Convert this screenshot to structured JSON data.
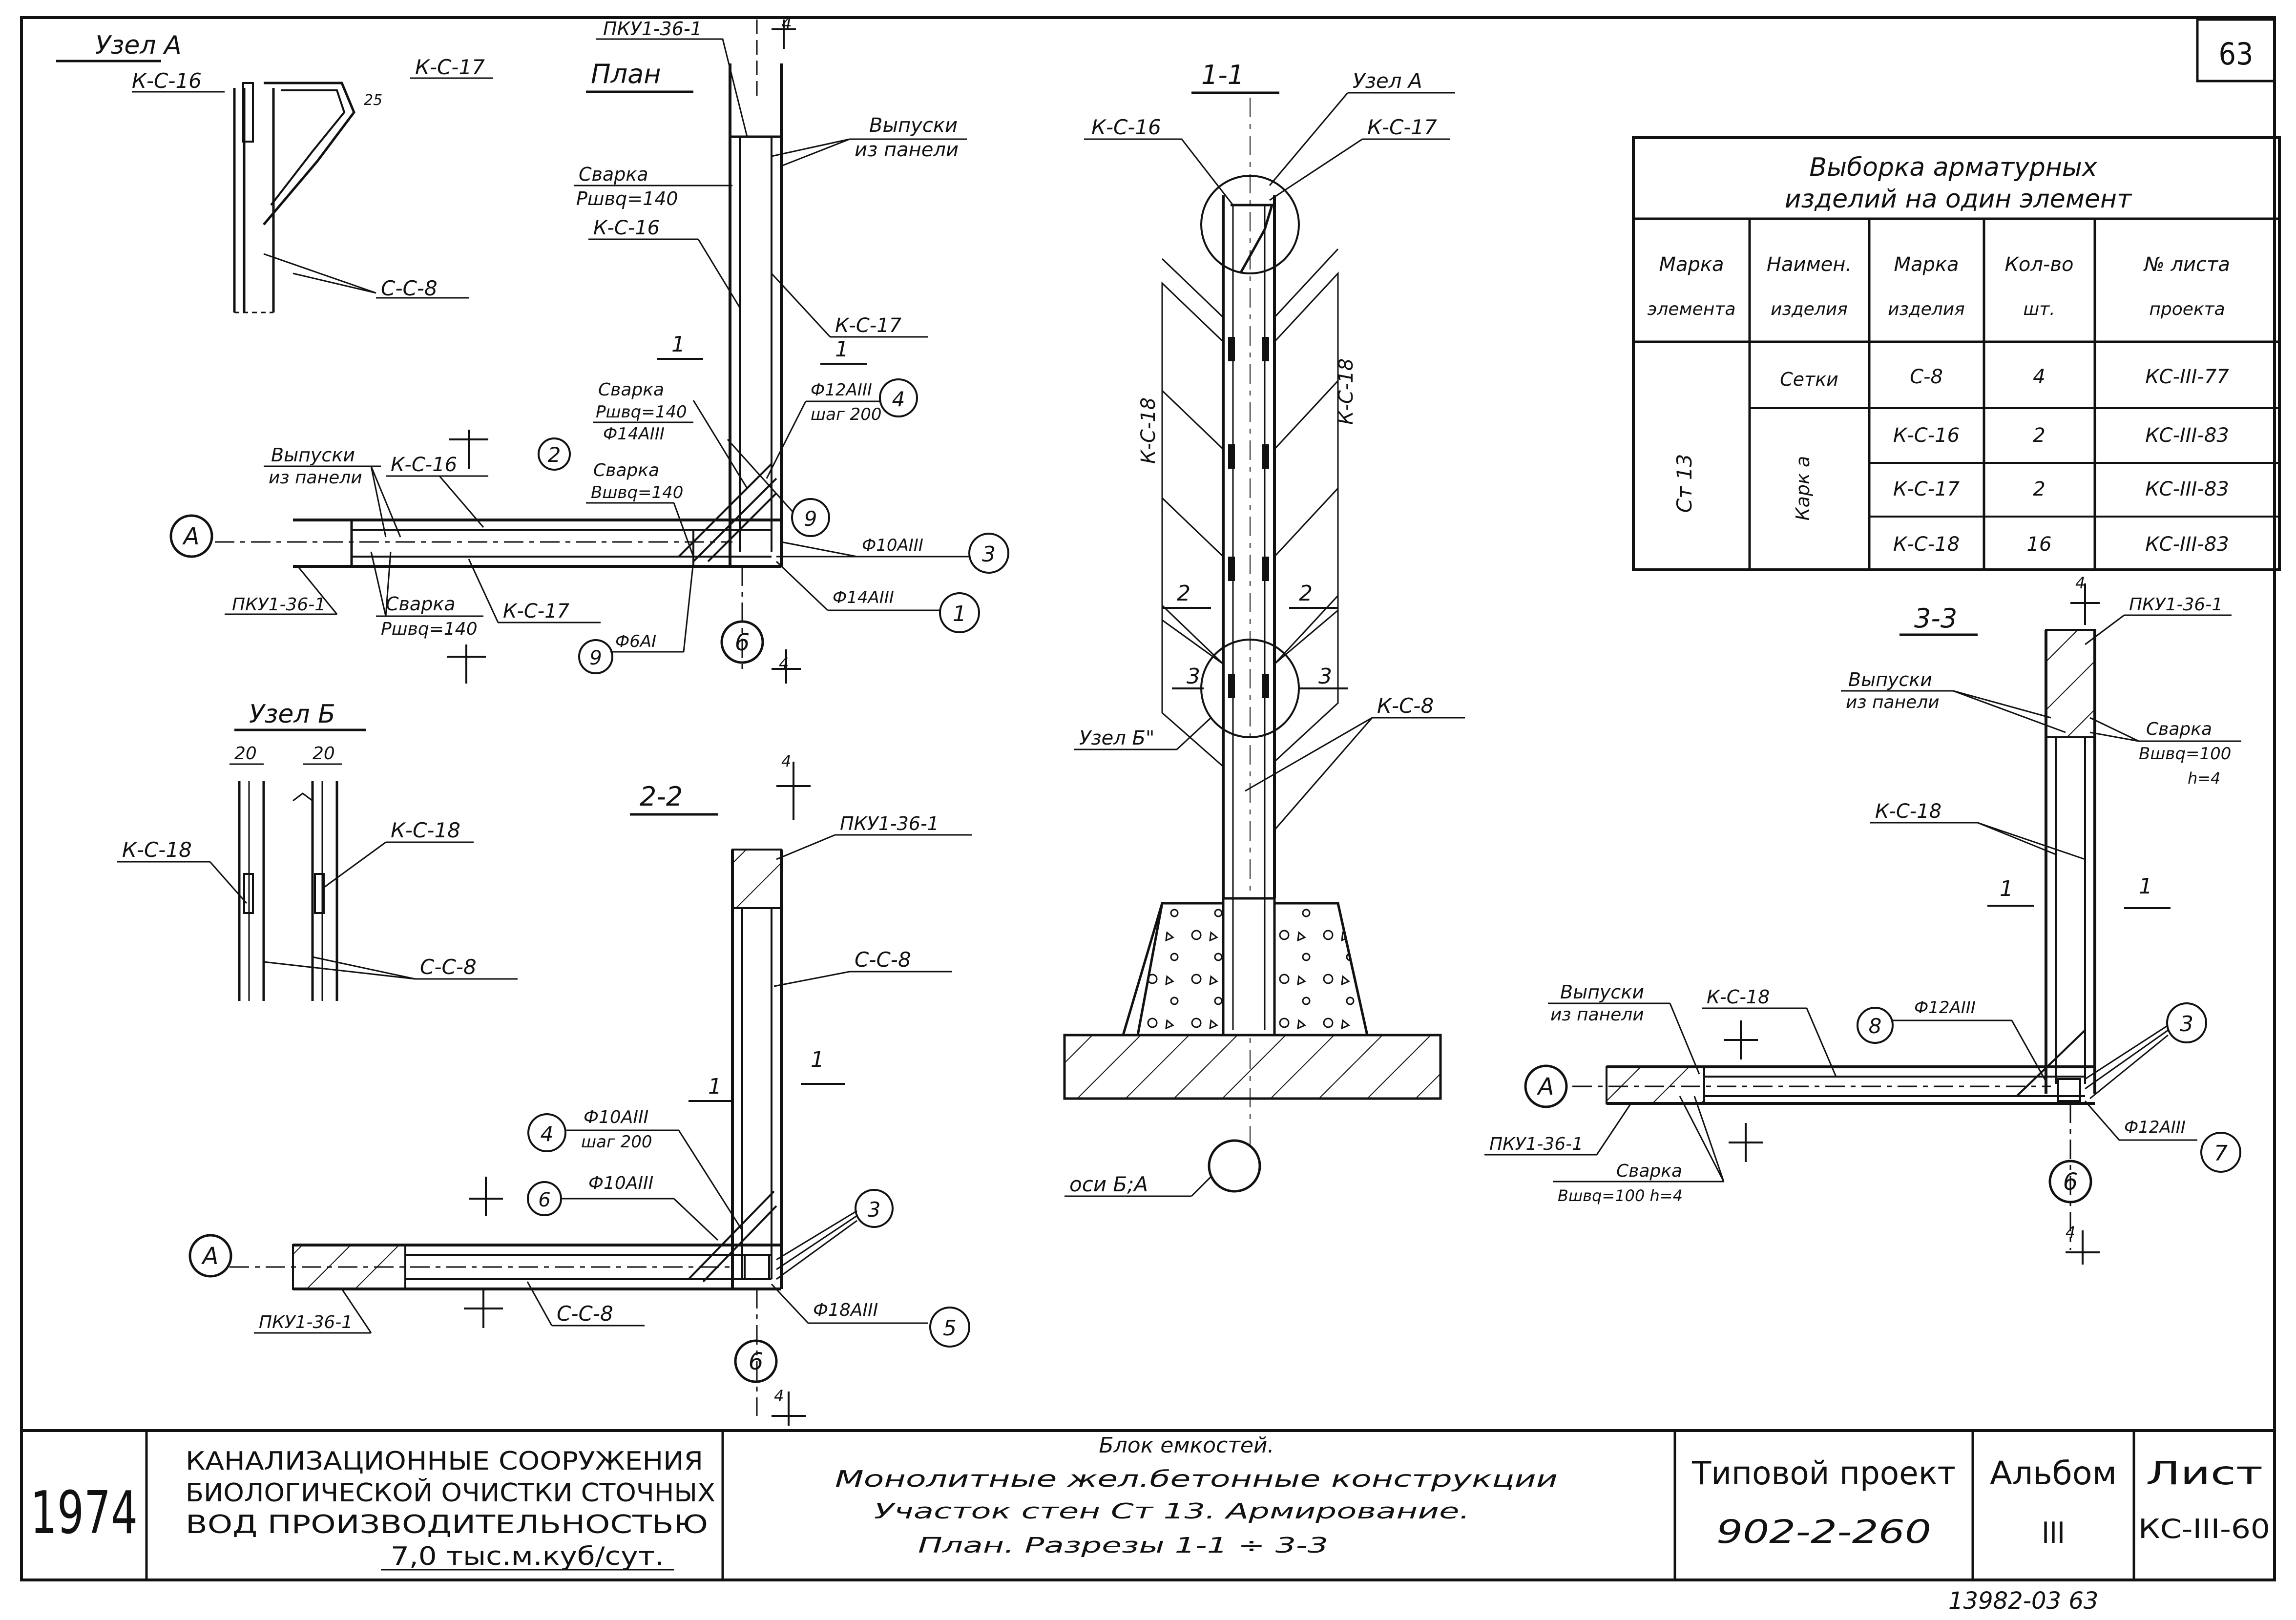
{
  "sheet_number": "63",
  "archive_code": "13982-03 63",
  "plan": {
    "title": "План",
    "top_panel": "ПКУ1-36-1",
    "outlets_top": [
      "Выпуски",
      "из панели"
    ],
    "weld_top": [
      "Сварка",
      "Pшвq=140"
    ],
    "kc16_top": "К-С-16",
    "kc17_right": "К-С-17",
    "section_1": "1",
    "weld_mid": [
      "Сварка",
      "Pшвq=140"
    ],
    "rebar_14": "Ф14AIII",
    "weld_low": [
      "Сварка",
      "Вшвq=140"
    ],
    "outlets_left": [
      "Выпуски",
      "из панели"
    ],
    "kc16_left": "К-С-16",
    "axis_a": "А",
    "left_panel": "ПКУ1-36-1",
    "weld_left": [
      "Сварка",
      "Pшвq=140"
    ],
    "kc17_bottom": "К-С-17",
    "axis_6": "6",
    "mark_2": "2",
    "mark_9": "9",
    "mark_3": "3",
    "mark_1": "1",
    "mark_4": "4",
    "bar_4": [
      "Ф12AIII",
      "шаг 200"
    ],
    "bar_3": "Ф10AIII",
    "bar_1": "Ф14AIII",
    "bar_9": "Ф6AI",
    "cut_mark": "4"
  },
  "node_a": {
    "title": "Узел А",
    "kc16": "К-С-16",
    "kc17": "К-С-17",
    "cc8": "С-С-8",
    "dim": "25"
  },
  "node_b": {
    "title": "Узел Б",
    "kc18_left": "К-С-18",
    "kc18_right": "К-С-18",
    "cc8": "С-С-8",
    "dim_left": "20",
    "dim_right": "20"
  },
  "section_2_2": {
    "title": "2-2",
    "top_panel": "ПКУ1-36-1",
    "cc8_right": "С-С-8",
    "section_1": "1",
    "bar_4": [
      "Ф10AIII",
      "шаг 200"
    ],
    "bar_6": "Ф10AIII",
    "mark_4": "4",
    "mark_6": "6",
    "mark_3": "3",
    "mark_5": "5",
    "axis_a": "А",
    "axis_6": "6",
    "left_panel": "ПКУ1-36-1",
    "cc8_bottom": "С-С-8",
    "bar_5": "Ф18AIII",
    "cut_mark": "4"
  },
  "section_1_1": {
    "title": "1-1",
    "node_a_label": "Узел А",
    "kc16": "К-С-16",
    "kc17": "К-С-17",
    "kc18_left": "К-С-18",
    "kc18_right": "К-С-18",
    "cut_2": "2",
    "cut_3": "3",
    "node_b_label": "Узел Б\"",
    "kc8": "К-С-8",
    "axis_label": "оси Б;А"
  },
  "section_3_3": {
    "title": "3-3",
    "top_panel": "ПКУ1-36-1",
    "outlets_top": [
      "Выпуски",
      "из панели"
    ],
    "weld_top": [
      "Сварка",
      "Вшвq=100",
      "h=4"
    ],
    "kc18_vert": "К-С-18",
    "section_1": "1",
    "outlets_left": [
      "Выпуски",
      "из панели"
    ],
    "kc18_horiz": "К-С-18",
    "bar_8": "Ф12AIII",
    "mark_8": "8",
    "mark_3": "3",
    "mark_7": "7",
    "axis_a": "А",
    "axis_6": "6",
    "left_panel": "ПКУ1-36-1",
    "weld_low": [
      "Сварка",
      "Вшвq=100 h=4"
    ],
    "bar_7": "Ф12AIII",
    "cut_mark": "4"
  },
  "spec_table": {
    "title": [
      "Выборка арматурных",
      "изделий на один элемент"
    ],
    "headers": [
      [
        "Марка",
        "элемента"
      ],
      [
        "Наимен.",
        "изделия"
      ],
      [
        "Марка",
        "изделия"
      ],
      [
        "Кол-во",
        "шт."
      ],
      [
        "№ листа",
        "проекта"
      ]
    ],
    "element": "Ст 13",
    "product_types": [
      "Сетки",
      "Карк а"
    ],
    "rows": [
      [
        "С-8",
        "4",
        "КС-III-77"
      ],
      [
        "К-С-16",
        "2",
        "КС-III-83"
      ],
      [
        "К-С-17",
        "2",
        "КС-III-83"
      ],
      [
        "К-С-18",
        "16",
        "КС-III-83"
      ]
    ]
  },
  "title_block": {
    "year": "1974",
    "org": [
      "КАНАЛИЗАЦИОННЫЕ СООРУЖЕНИЯ",
      "БИОЛОГИЧЕСКОЙ ОЧИСТКИ СТОЧНЫХ",
      "ВОД     ПРОИЗВОДИТЕЛЬНОСТЬЮ",
      "7,0 тыс.м.куб/сут."
    ],
    "description": [
      "Блок емкостей.",
      "Монолитные жел.бетонные конструкции",
      "Участок стен  Ст 13.  Армирование.",
      "План.  Разрезы 1-1 ÷ 3-3"
    ],
    "project_label": "Типовой проект",
    "project_number": "902-2-260",
    "album_label": "Альбом",
    "album_number": "III",
    "sheet_label": "Лист",
    "sheet_code": "КС-III-60"
  },
  "colors": {
    "ink": "#111111",
    "paper": "#ffffff"
  }
}
